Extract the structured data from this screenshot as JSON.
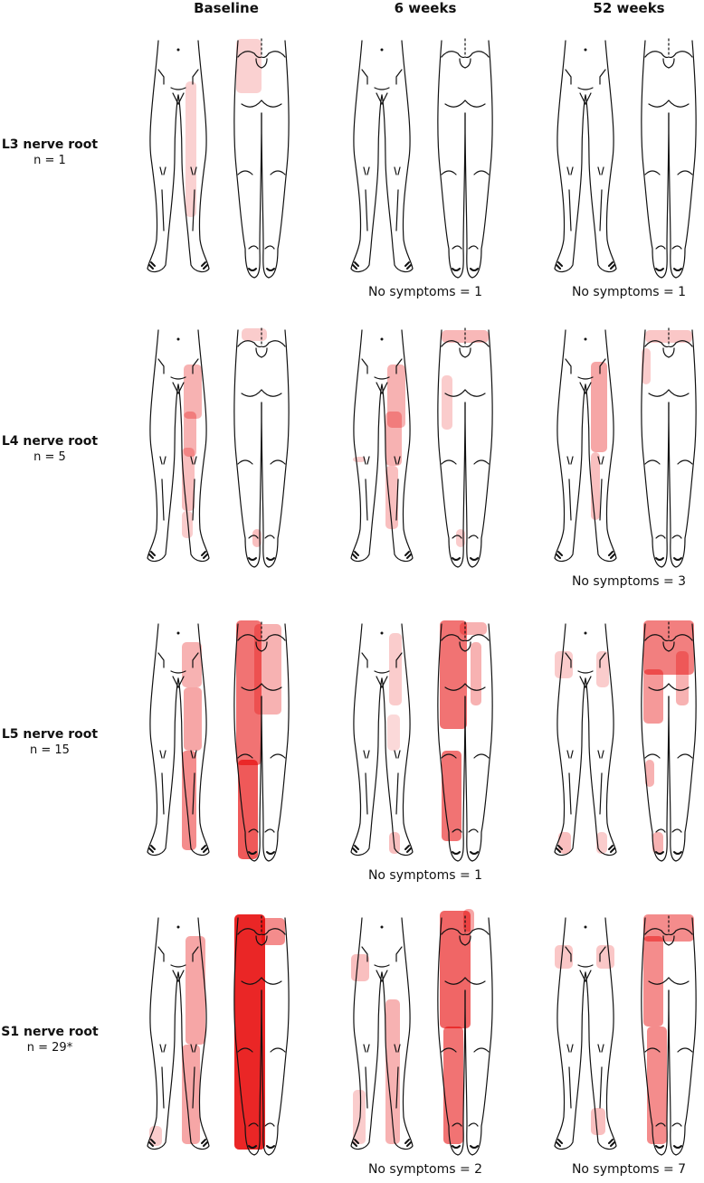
{
  "figure": {
    "columns": [
      "Baseline",
      "6 weeks",
      "52 weeks"
    ],
    "rows": [
      {
        "label": "L3 nerve root",
        "n": "n = 1",
        "no_symptoms": [
          "",
          "No symptoms = 1",
          "No symptoms = 1"
        ]
      },
      {
        "label": "L4 nerve root",
        "n": "n = 5",
        "no_symptoms": [
          "",
          "",
          "No symptoms = 3"
        ]
      },
      {
        "label": "L5 nerve root",
        "n": "n = 15",
        "no_symptoms": [
          "",
          "No symptoms = 1",
          ""
        ]
      },
      {
        "label": "S1 nerve root",
        "n": "n = 29*",
        "no_symptoms": [
          "",
          "No symptoms = 2",
          "No symptoms = 7"
        ]
      }
    ],
    "views": [
      "front-legs-icon",
      "back-legs-icon"
    ],
    "shading_color": "#e60000",
    "outline_color": "#111111"
  }
}
